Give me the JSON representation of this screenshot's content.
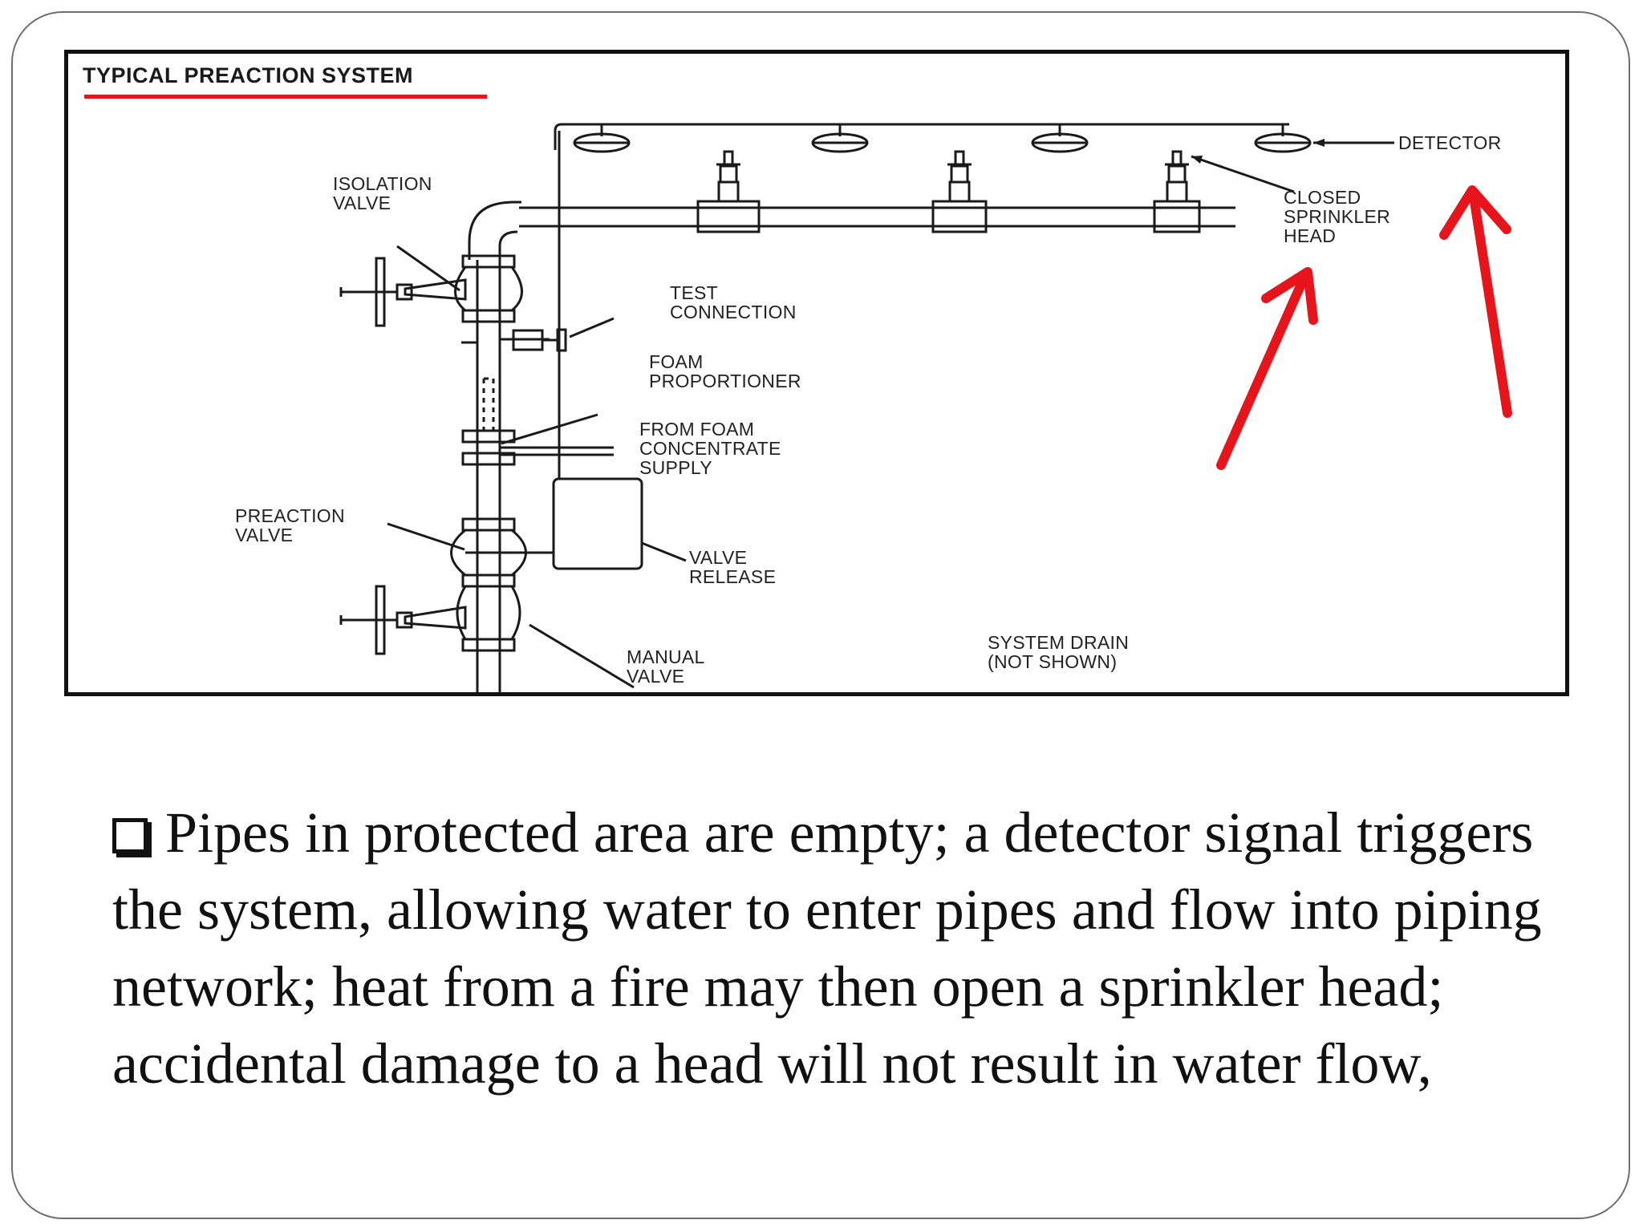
{
  "diagram": {
    "title": "TYPICAL PREACTION SYSTEM",
    "colors": {
      "accent": "#e8141c",
      "line": "#1a1a1a"
    },
    "labels": {
      "isolation_valve": [
        "ISOLATION",
        "VALVE"
      ],
      "test_connection": [
        "TEST",
        "CONNECTION"
      ],
      "foam_proportioner": [
        "FOAM",
        "PROPORTIONER"
      ],
      "foam_supply": [
        "FROM FOAM",
        "CONCENTRATE",
        "SUPPLY"
      ],
      "preaction_valve": [
        "PREACTION",
        "VALVE"
      ],
      "valve_release": [
        "VALVE",
        "RELEASE"
      ],
      "manual_valve": [
        "MANUAL",
        "VALVE"
      ],
      "system_drain": [
        "SYSTEM DRAIN",
        "(NOT SHOWN)"
      ],
      "detector": "DETECTOR",
      "closed_sprinkler_head": [
        "CLOSED",
        "SPRINKLER",
        "HEAD"
      ]
    }
  },
  "body": {
    "bullet_icon": "checkbox-bullet-icon",
    "text": "Pipes in protected area are empty; a detector signal triggers the system, allowing water to enter pipes and flow into piping network; heat from a fire may then open a sprinkler head; accidental damage to a head will not result in water flow,"
  }
}
